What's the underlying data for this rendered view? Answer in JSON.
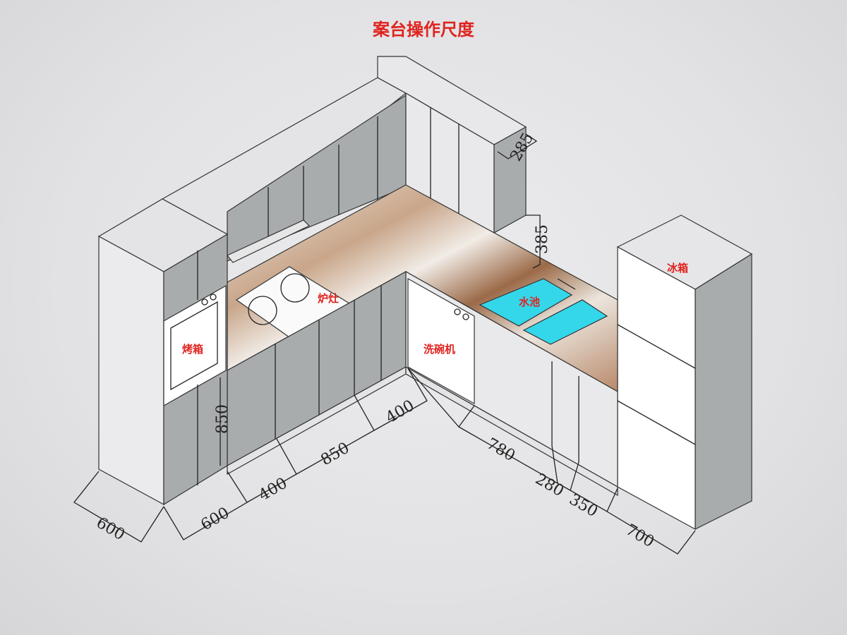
{
  "title": "案台操作尺度",
  "appliances": {
    "stove": "炉灶",
    "oven": "烤箱",
    "dishwasher": "洗碗机",
    "sink": "水池",
    "fridge": "冰箱"
  },
  "dimensions": {
    "upper_depth": "285",
    "upper_gap": "385",
    "counter_height": "850",
    "tall_side_depth": "600",
    "tall_width": "600",
    "left_seg1": "400",
    "left_seg2": "850",
    "left_seg3": "400",
    "right_seg1": "780",
    "right_seg2": "280",
    "right_seg3": "350",
    "fridge_width": "700"
  },
  "colors": {
    "label": "#e0231f",
    "cabinet": "#a9acad",
    "sink": "#34d6ea"
  }
}
